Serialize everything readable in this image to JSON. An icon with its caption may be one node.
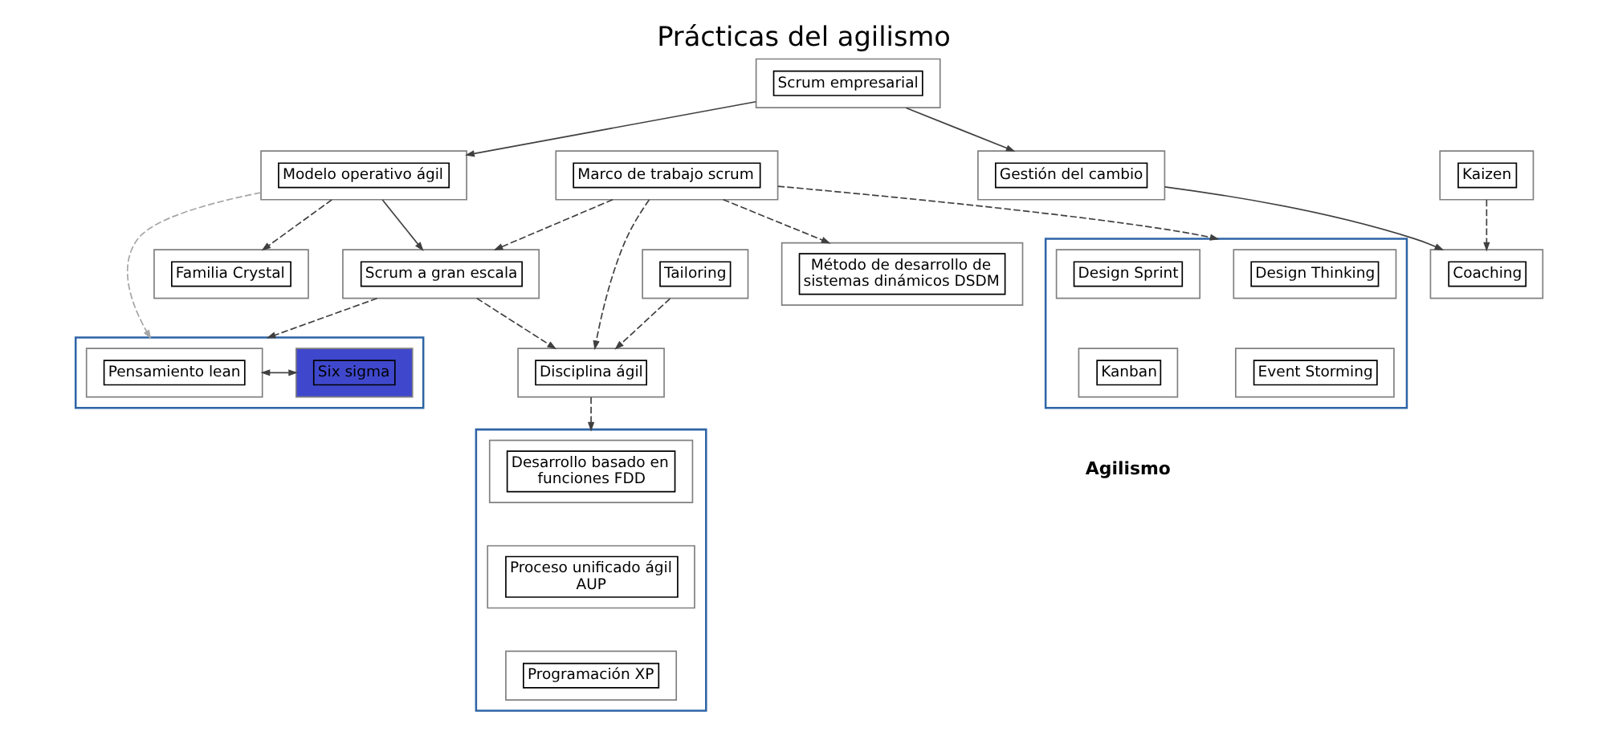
{
  "diagram": {
    "title": "Prácticas del agilismo",
    "caption": "Agilismo",
    "nodes": [
      {
        "text": [],
        "shape": "box"
      },
      {
        "text": [
          "Pensamiento lean"
        ],
        "in": 0
      },
      {
        "text": [
          "Six sigma"
        ],
        "in": 0
      },
      {
        "text": [
          "Scrum empresarial"
        ]
      },
      {
        "text": [
          "Gestión del cambio"
        ]
      },
      {
        "text": [
          "Modelo operativo ágil"
        ]
      },
      {
        "text": [
          "Coaching"
        ]
      },
      {
        "text": [
          "Familia Crystal"
        ]
      },
      {
        "text": [
          "Scrum a gran escala"
        ]
      },
      {
        "text": [
          "Kaizen"
        ]
      },
      {
        "text": [],
        "shape": "box"
      },
      {
        "text": [
          "Desarrollo basado en funciones FDD"
        ],
        "in": 10
      },
      {
        "text": [
          "Proceso unificado ágil AUP"
        ],
        "in": 10
      },
      {
        "text": [
          "Programación XP"
        ],
        "in": 10
      },
      {
        "text": [
          "Disciplina ágil"
        ]
      },
      {
        "text": [
          "Marco de trabajo scrum"
        ]
      },
      {
        "text": [
          "Método de desarrollo de sistemas dinámicos DSDM"
        ]
      },
      {
        "text": [
          "Tailoring"
        ]
      },
      {
        "text": [],
        "shape": "box"
      },
      {
        "text": [
          "Design Thinking"
        ],
        "in": 18
      },
      {
        "text": [
          "Design Sprint"
        ],
        "in": 18
      },
      {
        "text": [
          "Event Storming"
        ],
        "in": 18
      },
      {
        "text": [
          "Kanban"
        ],
        "in": 18
      }
    ],
    "edges": [
      {
        "from": 1,
        "to": 2,
        "arrow": "both"
      },
      {
        "from": 3,
        "to": 4,
        "arrow": "to"
      },
      {
        "from": 3,
        "to": 5,
        "arrow": "to"
      },
      {
        "from": 4,
        "to": 6,
        "arrow": "to"
      },
      {
        "from": 5,
        "to": 0,
        "arrow": "to",
        "style": "dashed",
        "color": "#a6a6a6"
      },
      {
        "from": 5,
        "to": 7,
        "arrow": "to",
        "style": "dashed"
      },
      {
        "from": 5,
        "to": 8,
        "arrow": "to"
      },
      {
        "from": 9,
        "to": 6,
        "arrow": "to",
        "style": "dashed"
      },
      {
        "from": 8,
        "to": 0,
        "arrow": "to",
        "style": "dashed"
      },
      {
        "from": 8,
        "to": 14,
        "arrow": "to",
        "style": "dashed"
      },
      {
        "from": 15,
        "to": 8,
        "arrow": "to",
        "style": "dashed"
      },
      {
        "from": 15,
        "to": 14,
        "arrow": "to",
        "style": "dashed"
      },
      {
        "from": 15,
        "to": 16,
        "arrow": "to",
        "style": "dashed"
      },
      {
        "from": 15,
        "to": 18,
        "arrow": "to",
        "style": "dashed"
      },
      {
        "from": 14,
        "to": 10,
        "arrow": "to",
        "style": "dashed"
      },
      {
        "from": 17,
        "to": 14,
        "arrow": "to",
        "style": "dashed"
      }
    ]
  }
}
